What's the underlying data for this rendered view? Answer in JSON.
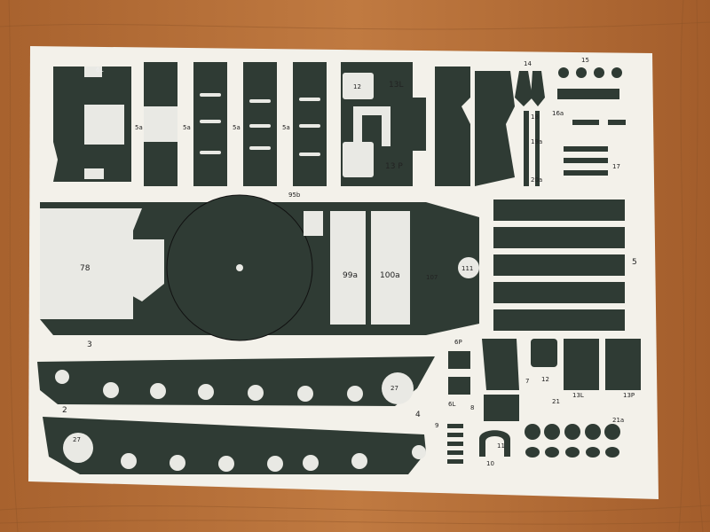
{
  "colors": {
    "wood": "#b8743d",
    "wood_dark": "#8e5529",
    "paper": "#f3f1ea",
    "part_green": "#2f3b34",
    "part_light": "#e9e9e4"
  },
  "labels": {
    "lbl_6L": "6L",
    "lbl_5a_1": "5a",
    "lbl_5a_2": "5a",
    "lbl_5a_3": "5a",
    "lbl_5a_4": "5a",
    "lbl_12": "12",
    "lbl_13L": "13L",
    "lbl_13P_top": "13 P",
    "lbl_15": "15",
    "lbl_14": "14",
    "lbl_16a": "16a",
    "lbl_17": "17",
    "lbl_18": "18",
    "lbl_19a": "19a",
    "lbl_20a": "20a",
    "lbl_95b": "95b",
    "lbl_78": "78",
    "lbl_99a": "99a",
    "lbl_100a": "100a",
    "lbl_107": "107",
    "lbl_111": "111",
    "lbl_5": "5",
    "lbl_3": "3",
    "lbl_2": "2",
    "lbl_4": "4",
    "lbl_27a": "27",
    "lbl_27b": "27",
    "lbl_6P": "6P",
    "lbl_6L_bottom": "6L",
    "lbl_7": "7",
    "lbl_8": "8",
    "lbl_9": "9",
    "lbl_10": "10",
    "lbl_11": "11",
    "lbl_12_bottom": "12",
    "lbl_13L_bottom": "13L",
    "lbl_13P_bottom": "13P",
    "lbl_21": "21",
    "lbl_21a": "21a"
  }
}
